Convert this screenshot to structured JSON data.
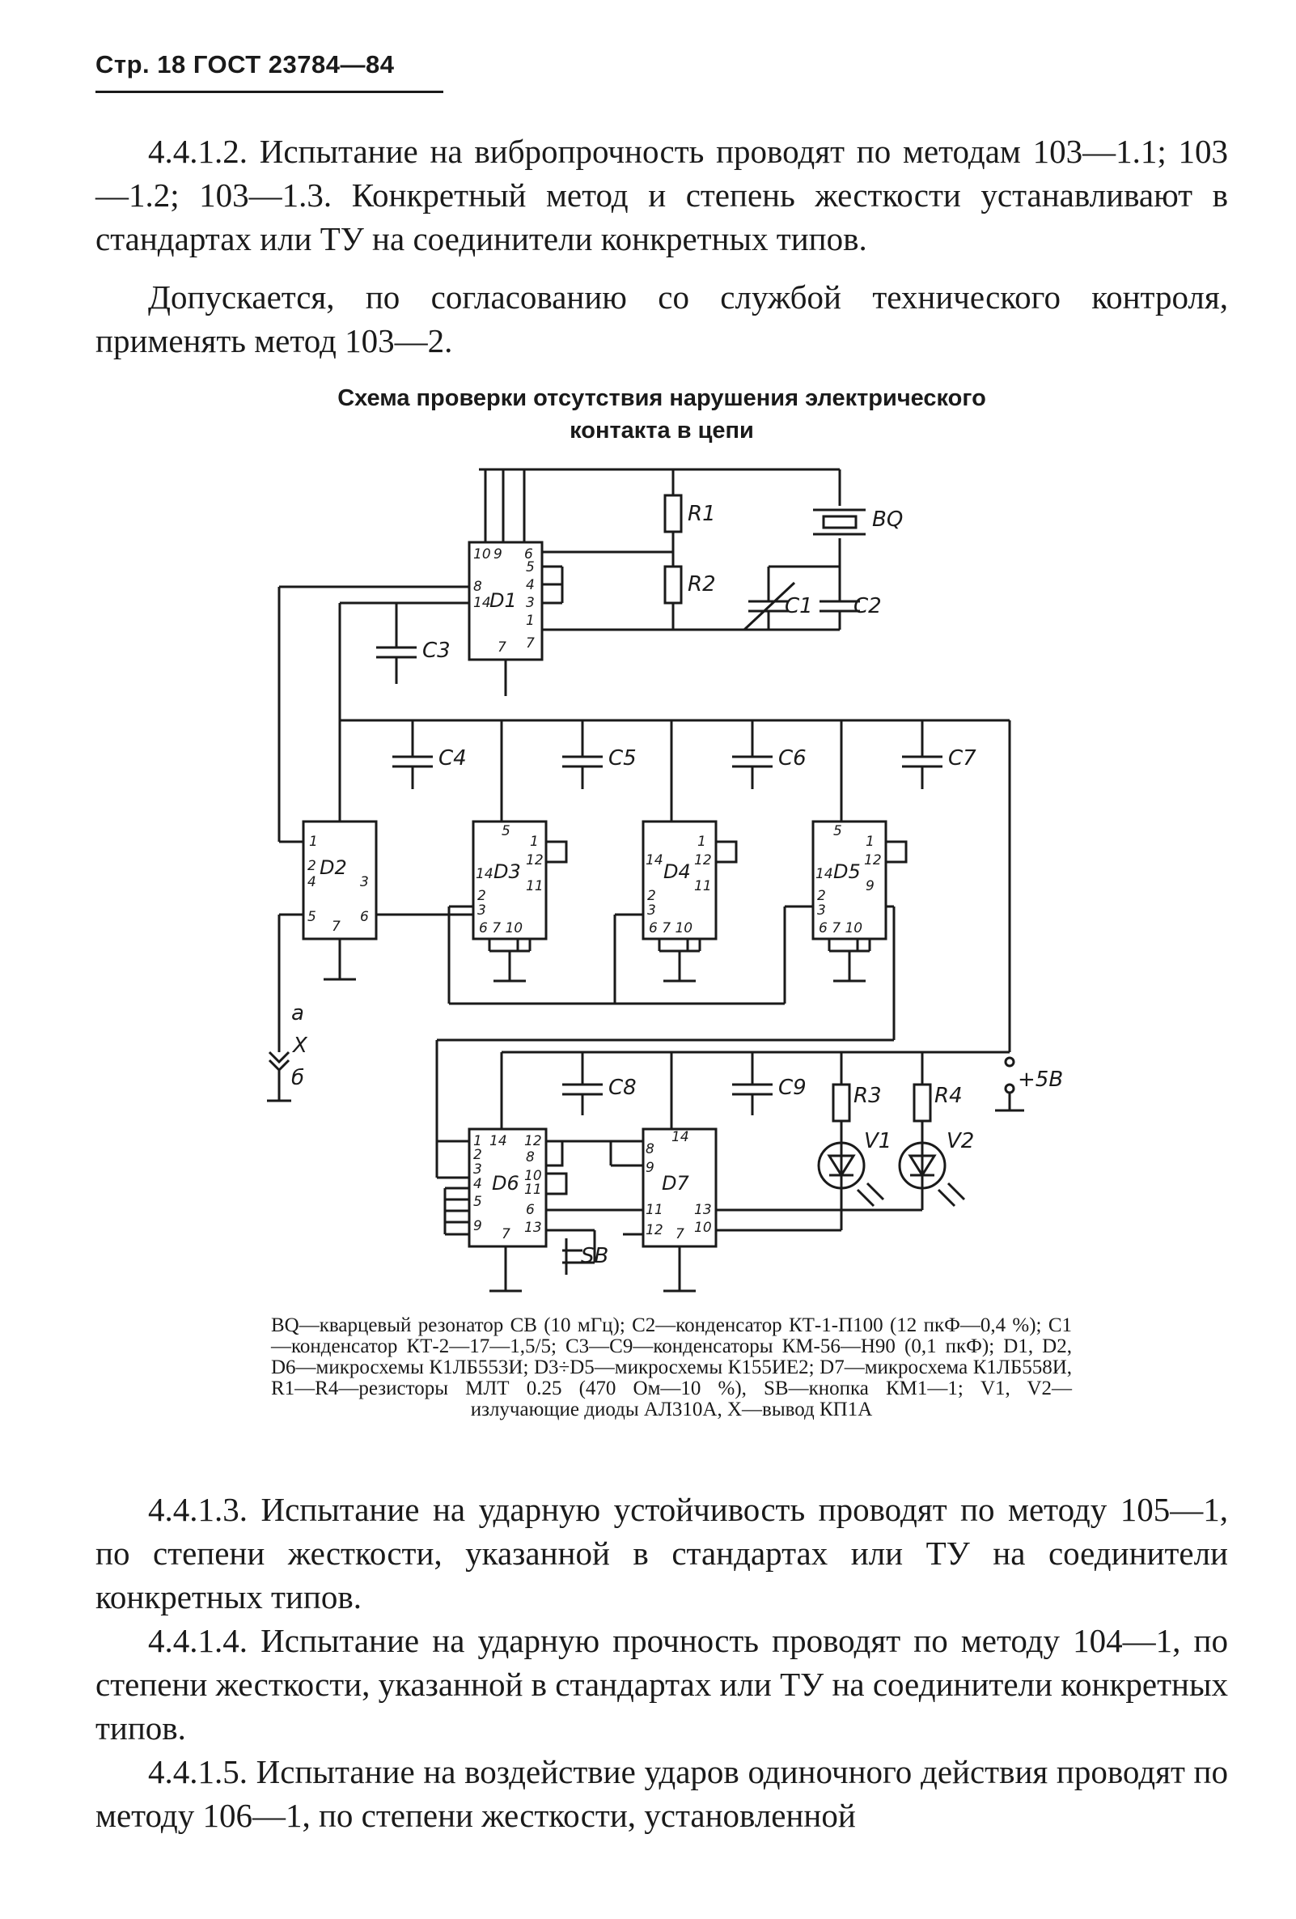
{
  "header": "Стр. 18 ГОСТ 23784—84",
  "paragraphs_top": [
    "4.4.1.2. Испытание на вибропрочность проводят по методам 103—1.1; 103—1.2; 103—1.3. Конкретный метод и степень жесткости устанавливают в стандартах или ТУ на соединители конкретных типов.",
    "Допускается, по согласованию со службой технического контроля, применять метод 103—2."
  ],
  "figure": {
    "title_line1": "Схема проверки отсутствия нарушения электрического",
    "title_line2": "контакта в цепи",
    "labels": {
      "BQ": "BQ",
      "R1": "R1",
      "R2": "R2",
      "R3": "R3",
      "R4": "R4",
      "C1": "C1",
      "C2": "C2",
      "C3": "C3",
      "C4": "C4",
      "C5": "C5",
      "C6": "C6",
      "C7": "C7",
      "C8": "C8",
      "C9": "C9",
      "D1": "D1",
      "D2": "D2",
      "D3": "D3",
      "D4": "D4",
      "D5": "D5",
      "D6": "D6",
      "D7": "D7",
      "V1": "V1",
      "V2": "V2",
      "SB": "SB",
      "X": "X",
      "a": "а",
      "b": "б",
      "plus5": "+5В"
    },
    "caption": "BQ—кварцевый резонатор СВ (10 мГц); С2—конденсатор КТ-1-П100 (12 пкФ—0,4 %); С1—конденсатор КТ-2—17—1,5/5; С3—С9—конденсаторы КМ-56—Н90 (0,1 пкФ); D1, D2, D6—микросхемы К1ЛБ553И; D3÷D5—микросхемы К155ИЕ2; D7—микросхема К1ЛБ558И, R1—R4—резисторы МЛТ 0.25 (470 Ом—10 %), SB—кнопка КМ1—1; V1, V2—излучающие диоды АЛ310А, X—вывод КП1А"
  },
  "paragraphs_bottom": [
    "4.4.1.3. Испытание на ударную устойчивость проводят по методу 105—1, по степени жесткости, указанной в стандартах или ТУ на соединители конкретных типов.",
    "4.4.1.4. Испытание на ударную прочность проводят по методу 104—1, по степени жесткости, указанной в стандартах или ТУ на соединители конкретных типов.",
    "4.4.1.5. Испытание на воздействие ударов одиночного действия проводят по методу 106—1, по степени жесткости, установленной"
  ]
}
